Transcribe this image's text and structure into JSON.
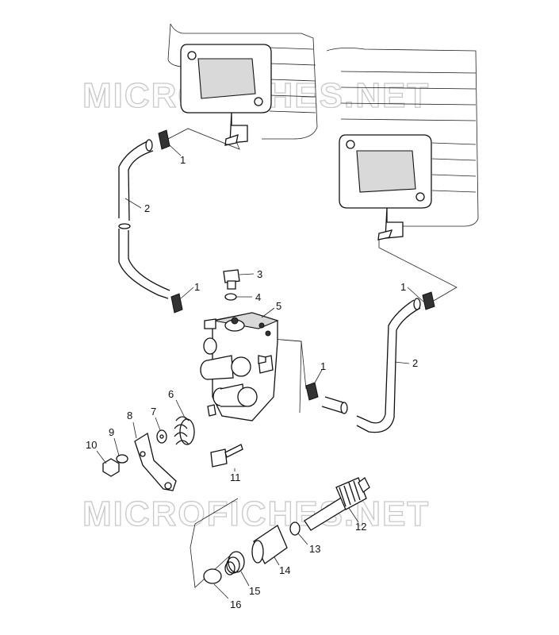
{
  "watermark": [
    "MICROFICHES.NET",
    "MICROFICHES.NET"
  ],
  "callouts": [
    "1",
    "2",
    "3",
    "4",
    "5",
    "1",
    "1",
    "2",
    "1",
    "6",
    "7",
    "8",
    "9",
    "10",
    "11",
    "12",
    "13",
    "14",
    "15",
    "16"
  ]
}
